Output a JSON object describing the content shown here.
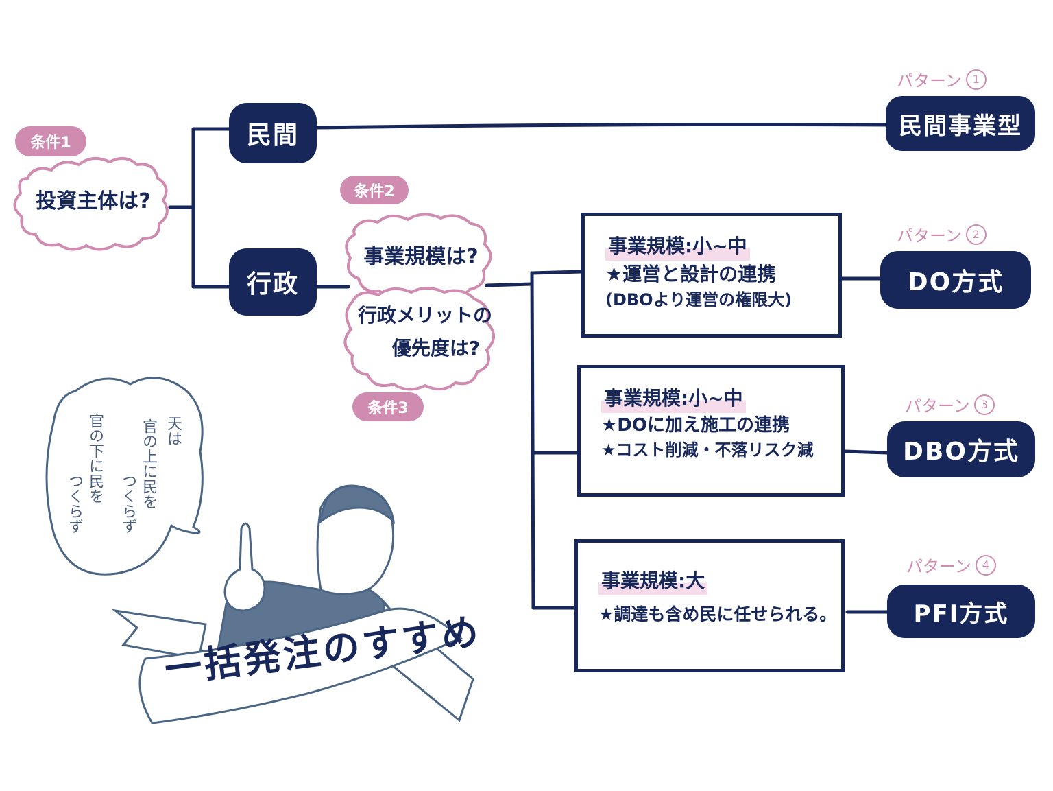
{
  "conditions": {
    "c1_badge": "条件1",
    "c1_question": "投資主体は?",
    "c2_badge": "条件2",
    "c2_question": "事業規模は?",
    "c3_badge": "条件3",
    "c3_question_line1": "行政メリットの",
    "c3_question_line2": "優先度は?"
  },
  "branches": {
    "private": "民間",
    "government": "行政"
  },
  "patterns": [
    {
      "label": "パターン",
      "num": "1",
      "result": "民間事業型"
    },
    {
      "label": "パターン",
      "num": "2",
      "result": "DO方式",
      "detail_title": "事業規模:小~中",
      "detail_lines": [
        "★運営と設計の連携",
        "(DBOより運営の権限大)"
      ]
    },
    {
      "label": "パターン",
      "num": "3",
      "result": "DBO方式",
      "detail_title": "事業規模:小~中",
      "detail_lines": [
        "★DOに加え施工の連携",
        "★コスト削減・不落リスク減"
      ]
    },
    {
      "label": "パターン",
      "num": "4",
      "result": "PFI方式",
      "detail_title": "事業規模:大",
      "detail_lines": [
        "★調達も含め民に任せられる。"
      ]
    }
  ],
  "speech": {
    "col1": "天は",
    "col2": "官の上に民を",
    "col3": "つくらず",
    "col4": "官の下に民を",
    "col5": "つくらず"
  },
  "banner": "一括発注のすすめ",
  "colors": {
    "navy": "#18275a",
    "pink": "#cf8bb0",
    "illustration": "#4b6584"
  }
}
